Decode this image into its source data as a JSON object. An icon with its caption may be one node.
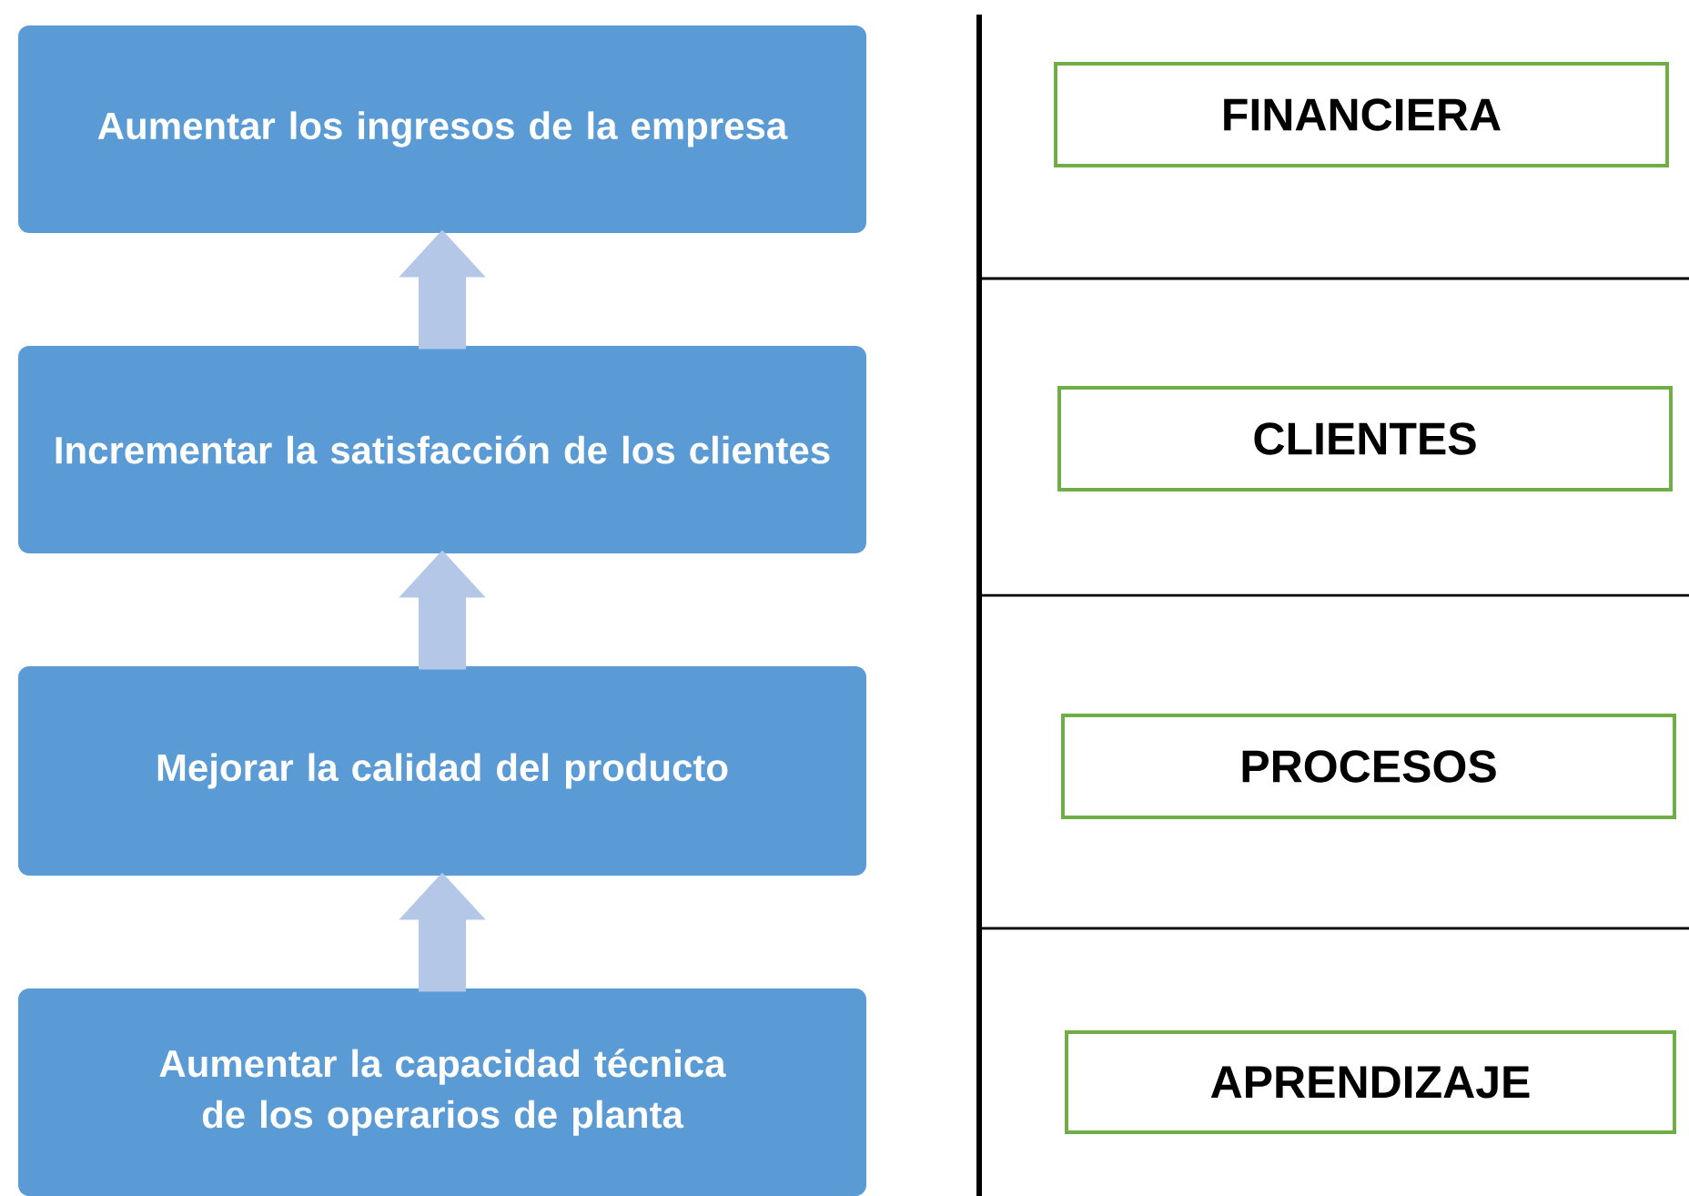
{
  "diagram": {
    "nodes": [
      {
        "text": [
          "Aumentar los ingresos de la empresa"
        ]
      },
      {
        "text": [
          "Incrementar la satisfacción de los clientes"
        ]
      },
      {
        "text": [
          "Mejorar la calidad del producto"
        ]
      },
      {
        "text": [
          "Aumentar la capacidad técnica de los operarios de planta"
        ]
      },
      {
        "text": [
          "FINANCIERA"
        ]
      },
      {
        "text": [
          "CLIENTES"
        ]
      },
      {
        "text": [
          "PROCESOS"
        ]
      },
      {
        "text": [
          "APRENDIZAJE"
        ]
      }
    ],
    "edges": [
      {
        "from": 3,
        "to": 2,
        "arrow": "to"
      },
      {
        "from": 2,
        "to": 1,
        "arrow": "to"
      },
      {
        "from": 1,
        "to": 0,
        "arrow": "to"
      }
    ]
  }
}
